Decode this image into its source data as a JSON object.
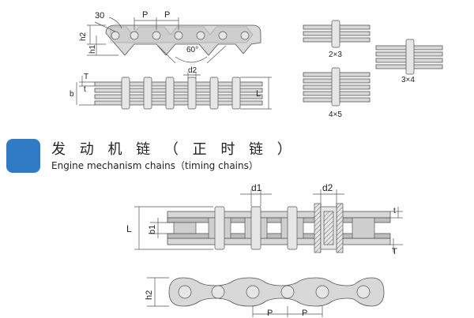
{
  "section": {
    "title_cn": "发 动 机 链 （ 正 时 链 ）",
    "title_en": "Engine mechanism chains（timing chains）",
    "accent_color": "#2f7bc5"
  },
  "top_diagram": {
    "angle_30": "30",
    "angle_60": "60°",
    "pitch_1": "P",
    "pitch_2": "P",
    "h2": "h2",
    "h1": "h1",
    "d2": "d2",
    "T": "T",
    "t": "t",
    "b": "b",
    "L": "L"
  },
  "strand_variants": {
    "v_2x3": "2×3",
    "v_3x4": "3×4",
    "v_4x5": "4×5"
  },
  "bottom_diagram": {
    "d1": "d1",
    "d2": "d2",
    "L": "L",
    "b1": "b1",
    "T": "T",
    "t": "t",
    "h2": "h2",
    "pitch_1": "P",
    "pitch_2": "P"
  }
}
